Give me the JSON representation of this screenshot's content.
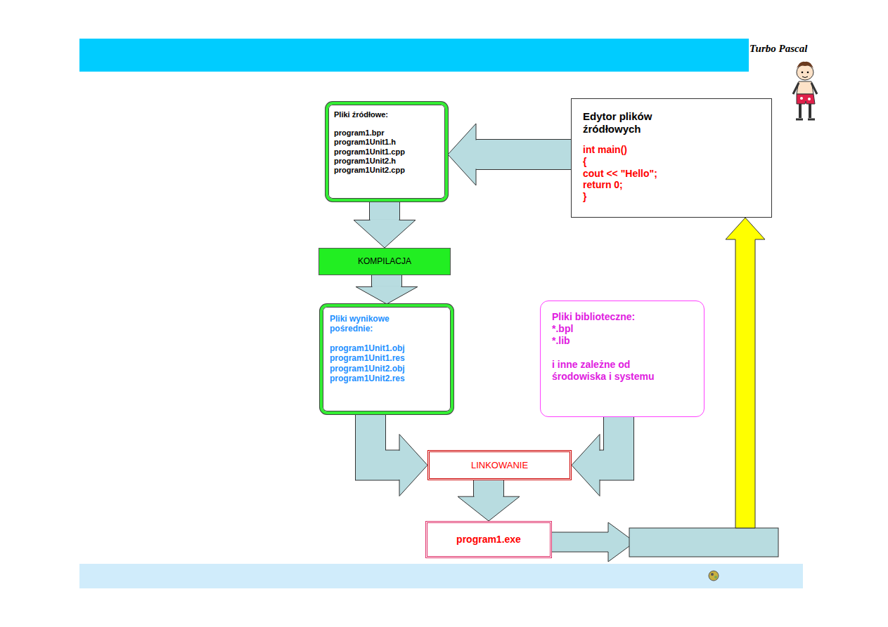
{
  "diagram": {
    "nodes": [
      {
        "text": [
          "Pliki źródłowe:",
          "program1.bpr",
          "program1Unit1.h",
          "program1Unit1.cpp",
          "program1Unit2.h",
          "program1Unit2.cpp"
        ]
      },
      {
        "text": [
          "Edytor plików źródłowych",
          "int main()",
          "{",
          "cout << \"Hello\";",
          "return 0;",
          "}"
        ]
      },
      {
        "text": [
          "KOMPILACJA"
        ]
      },
      {
        "text": [
          "Pliki wynikowe pośrednie:",
          "program1Unit1.obj",
          "program1Unit1.res",
          "program1Unit2.obj",
          "program1Unit2.res"
        ]
      },
      {
        "text": [
          "Pliki biblioteczne:",
          "*.bpl",
          "*.lib",
          "i inne zależne od środowiska i systemu"
        ]
      },
      {
        "text": [
          "LINKOWANIE"
        ]
      },
      {
        "text": [
          "program1.exe"
        ]
      }
    ],
    "edges": [
      {
        "from": 1,
        "to": 0,
        "arrow": "to"
      },
      {
        "from": 0,
        "to": 2,
        "arrow": "to"
      },
      {
        "from": 2,
        "to": 3,
        "arrow": "to"
      },
      {
        "from": 3,
        "to": 5,
        "arrow": "to"
      },
      {
        "from": 4,
        "to": 5,
        "arrow": "to"
      },
      {
        "from": 5,
        "to": 6,
        "arrow": "to"
      }
    ],
    "labels": [
      "Turbo Pascal"
    ]
  }
}
